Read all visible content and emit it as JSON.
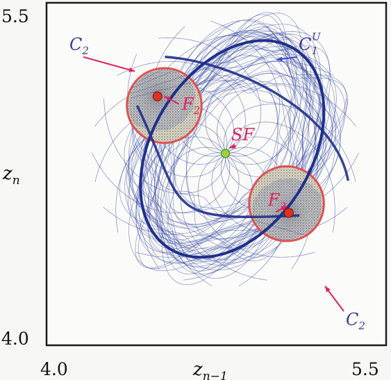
{
  "chart_data": {
    "type": "scatter",
    "title": "",
    "xlabel": "z",
    "xlabel_subscript": "n−1",
    "ylabel": "z",
    "ylabel_subscript": "n",
    "xlim": [
      4.0,
      5.5
    ],
    "ylim": [
      4.0,
      5.5
    ],
    "x_tick_labels": [
      "4.0",
      "5.5"
    ],
    "y_tick_labels": [
      "4.0",
      "5.5"
    ],
    "grid": false,
    "colors": {
      "trajectory": "#2c3f9e",
      "attractor_curve": "#1f2f8a",
      "invariant_circle": "#e05050",
      "fill_stipple": "#8a8a78",
      "focus_point": "#e03020",
      "saddle_focus_point": "#9bd43a",
      "annotation_red": "#e0245e",
      "annotation_blue": "#3a4fc8"
    },
    "series": [
      {
        "name": "C2",
        "role": "invariant closed curve (upper-left)",
        "center": [
          4.52,
          5.05
        ],
        "radius": 0.165
      },
      {
        "name": "C2",
        "role": "invariant closed curve (lower-right)",
        "center": [
          5.06,
          4.62
        ],
        "radius": 0.165
      },
      {
        "name": "F2",
        "role": "attracting focus (period-2)",
        "points": [
          [
            4.49,
            5.09
          ],
          [
            5.07,
            4.58
          ]
        ]
      },
      {
        "name": "SF",
        "role": "saddle focus",
        "points": [
          [
            4.79,
            4.84
          ]
        ]
      },
      {
        "name": "C1U",
        "role": "unstable closed curve",
        "center": [
          4.82,
          4.86
        ],
        "rx": 0.35,
        "ry": 0.52,
        "rotation_deg": 32
      }
    ],
    "annotations": [
      {
        "text": "C",
        "sub": "2",
        "target": "upper-left circle"
      },
      {
        "text": "C",
        "sub": "1",
        "sup": "U",
        "target": "outer curve"
      },
      {
        "text": "F",
        "sub": "2",
        "target": "upper focus"
      },
      {
        "text": "SF",
        "target": "central point"
      },
      {
        "text": "F",
        "sub": "2",
        "target": "lower focus"
      },
      {
        "text": "C",
        "sub": "2",
        "target": "lower-right circle"
      }
    ]
  }
}
